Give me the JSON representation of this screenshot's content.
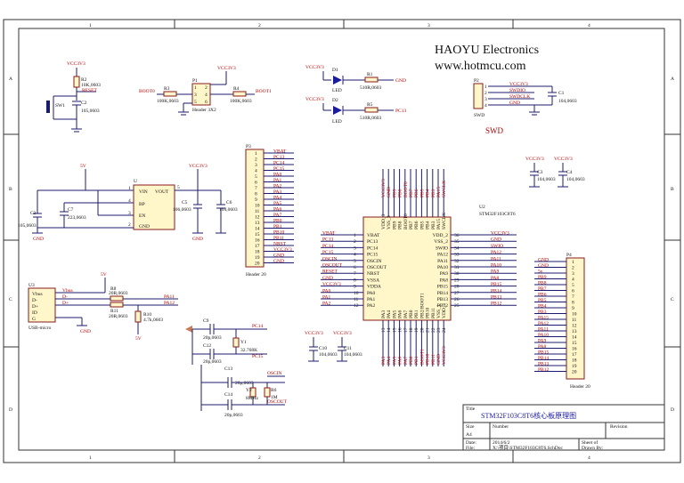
{
  "brand": {
    "company": "HAOYU Electronics",
    "website": "www.hotmcu.com"
  },
  "frame": {
    "columns": [
      "1",
      "2",
      "3",
      "4"
    ],
    "rows": [
      "A",
      "B",
      "C",
      "D"
    ]
  },
  "reset": {
    "vcc": "VCC3V3",
    "r": "R2",
    "rv": "10K,0603",
    "net": "RESET",
    "sw": "SW1",
    "c": "C2",
    "cv": "105,0603"
  },
  "boot": {
    "p": "P1",
    "h": "Header 3X2",
    "vcc": "VCC3V3",
    "b0": "BOOT0",
    "b1": "BOOT1",
    "r3": "R3",
    "r3v": "100K,0603",
    "r4": "R4",
    "r4v": "100K,0603",
    "pins": [
      "1",
      "2",
      "3",
      "4",
      "5",
      "6"
    ]
  },
  "leds": {
    "vcc1": "VCC3V3",
    "vcc2": "VCC3V3",
    "d1": "D1",
    "d2": "D2",
    "led": "LED",
    "r1": "R1",
    "r1v": "510R,0603",
    "r5": "R5",
    "r5v": "510R,0603",
    "gnd": "GND",
    "pc13": "PC13"
  },
  "swd": {
    "p": "P2",
    "name": "SWD",
    "vcc": "VCC3V3",
    "dio": "SWDIO",
    "clk": "SWDCLK",
    "gnd": "GND",
    "c": "C1",
    "cv": "104,0603",
    "pins": [
      "1",
      "2",
      "3",
      "4"
    ]
  },
  "reg": {
    "u": "U",
    "pwr": "5V",
    "vin": "VIN",
    "vout": "VOUT",
    "bp": "BP",
    "en": "EN",
    "gnd": "GND",
    "c3": "C3",
    "c3v": "105,0603",
    "c7": "C7",
    "c7v": "223,0603",
    "vcc": "VCC3V3",
    "c5": "C5",
    "c5v": "106,0603",
    "c6": "C6",
    "c6v": "104,0603",
    "gnd2": "GND",
    "gnd3": "GND",
    "pin1": "1",
    "pin2": "2",
    "pin3": "3",
    "pin4": "4",
    "pin5": "5"
  },
  "p3": {
    "name": "P3",
    "footer": "Header 20",
    "nums": [
      "1",
      "2",
      "3",
      "4",
      "5",
      "6",
      "7",
      "8",
      "9",
      "10",
      "11",
      "12",
      "13",
      "14",
      "15",
      "16",
      "17",
      "18",
      "19",
      "20"
    ],
    "nets": [
      "VBAT",
      "PC13",
      "PC14",
      "PC15",
      "PA0",
      "PA1",
      "PA2",
      "PA3",
      "PA4",
      "PA5",
      "PA6",
      "PA7",
      "PB0",
      "PB1",
      "PB10",
      "PB11",
      "NRST",
      "VCC3V3",
      "GND",
      "GND"
    ]
  },
  "caps": {
    "vcc1": "VCC3V3",
    "vcc2": "VCC3V3",
    "c3": "C3",
    "c3v": "104,0603",
    "c4": "C4",
    "c4v": "104,0603"
  },
  "u2": {
    "ref": "U2",
    "part": "STM32F103C8T6",
    "left_nums": [
      "1",
      "2",
      "3",
      "4",
      "5",
      "6",
      "7",
      "8",
      "9",
      "10",
      "11",
      "12"
    ],
    "left": [
      "VBAT",
      "PC13",
      "PC14",
      "PC15",
      "OSCIN",
      "OSCOUT",
      "NRST",
      "VSSA",
      "VDDA",
      "PA0",
      "PA1",
      "PA2"
    ],
    "left_nets": [
      "VBAT",
      "PC13",
      "PC14",
      "PC15",
      "OSCIN",
      "OSCOUT",
      "RESET",
      "GND",
      "VCC3V3",
      "PA0",
      "PA1",
      "PA2"
    ],
    "right_nums": [
      "36",
      "35",
      "34",
      "33",
      "32",
      "31",
      "30",
      "29",
      "28",
      "27",
      "26",
      "25"
    ],
    "right": [
      "VDD_2",
      "VSS_2",
      "SWIO",
      "PA12",
      "PA11",
      "PA10",
      "PA9",
      "PA8",
      "PB15",
      "PB14",
      "PB13",
      "PB12"
    ],
    "right_nets": [
      "VCC3V3",
      "GND",
      "SWIO",
      "PA12",
      "PA11",
      "PA10",
      "PA9",
      "PA8",
      "PB15",
      "PB14",
      "PB13",
      "PB12"
    ],
    "top": [
      "VDD_3",
      "VSS_3",
      "PB9",
      "PB8",
      "BOOT0",
      "PB7",
      "PB6",
      "PB5",
      "PB4",
      "PB3",
      "PA15",
      "SWCLK"
    ],
    "top_nets": [
      "VCC3V3",
      "GND",
      "PB9",
      "PB8",
      "BOOT0",
      "PB7",
      "PB6",
      "PB5",
      "PB4",
      "PB3",
      "PA15",
      "SWCLK"
    ],
    "bottom": [
      "PA3",
      "PA4",
      "PA5",
      "PA6",
      "PA7",
      "PB0",
      "PB1",
      "PB2/BOOT1",
      "PB10",
      "PB11",
      "VSS_1",
      "VDD_1"
    ],
    "bottom_nums": [
      "13",
      "14",
      "15",
      "16",
      "17",
      "18",
      "19",
      "20",
      "21",
      "22",
      "23",
      "24"
    ],
    "bottom_nets": [
      "PA3",
      "PA4",
      "PA5",
      "PA6",
      "PA7",
      "PB0",
      "PB1",
      "BOOT1",
      "PB10",
      "PB11",
      "GND",
      "VCC3V3"
    ]
  },
  "p4": {
    "name": "P4",
    "footer": "Header 20",
    "nums": [
      "1",
      "2",
      "3",
      "4",
      "5",
      "6",
      "7",
      "8",
      "9",
      "10",
      "11",
      "12",
      "13",
      "14",
      "15",
      "16",
      "17",
      "18",
      "19",
      "20"
    ],
    "nets": [
      "GND",
      "GND",
      "5v",
      "PB9",
      "PB8",
      "PB7",
      "PB6",
      "PB5",
      "PB4",
      "PB3",
      "PA15",
      "PA12",
      "PA11",
      "PA10",
      "PA9",
      "PA8",
      "PB15",
      "PB14",
      "PB13",
      "PB12"
    ]
  },
  "usb": {
    "u": "U3",
    "name": "USB-micro",
    "pins": [
      "Vbus",
      "D-",
      "D+",
      "ID",
      "G"
    ],
    "pwr": "5V",
    "vbus": "Vbus",
    "dm": "D-",
    "dp": "D+",
    "r8": "R8",
    "r8v": "20R,0603",
    "r11": "R11",
    "r11v": "20R,0603",
    "pa11": "PA11",
    "pa12": "PA12",
    "r10": "R10",
    "r10v": "4.7k,0603",
    "pwr2": "5V",
    "gnd": "GND"
  },
  "xtal32": {
    "c9": "C9",
    "c9v": "20p,0603",
    "c12": "C12",
    "c12v": "20p,0603",
    "y": "Y1",
    "yv": "32.768K",
    "pc14": "PC14",
    "pc15": "PC15"
  },
  "xtal8": {
    "c13": "C13",
    "c13v": "20p,0603",
    "c14": "C14",
    "c14v": "20p,0603",
    "y": "Y2",
    "yv": "8MHz",
    "r": "R6",
    "rv": "1M",
    "oscin": "OSCIN",
    "oscout": "OSCOUT"
  },
  "decap": {
    "vcc1": "VCC3V3",
    "vcc2": "VCC3V3",
    "c10": "C10",
    "c10v": "104,0603",
    "c11": "C11",
    "c11v": "104,0603"
  },
  "title_block": {
    "title_label": "Title",
    "title": "STM32F103C8T6核心板原理图",
    "size_label": "Size",
    "size": "A4",
    "number_label": "Number",
    "revision_label": "Revision",
    "date_label": "Date:",
    "date": "2014/6/2",
    "file_label": "File:",
    "file": "X:\\项目\\STM32F103C8T6.SchDoc",
    "sheet_label": "Sheet   of",
    "drawn_label": "Drawn By:"
  }
}
